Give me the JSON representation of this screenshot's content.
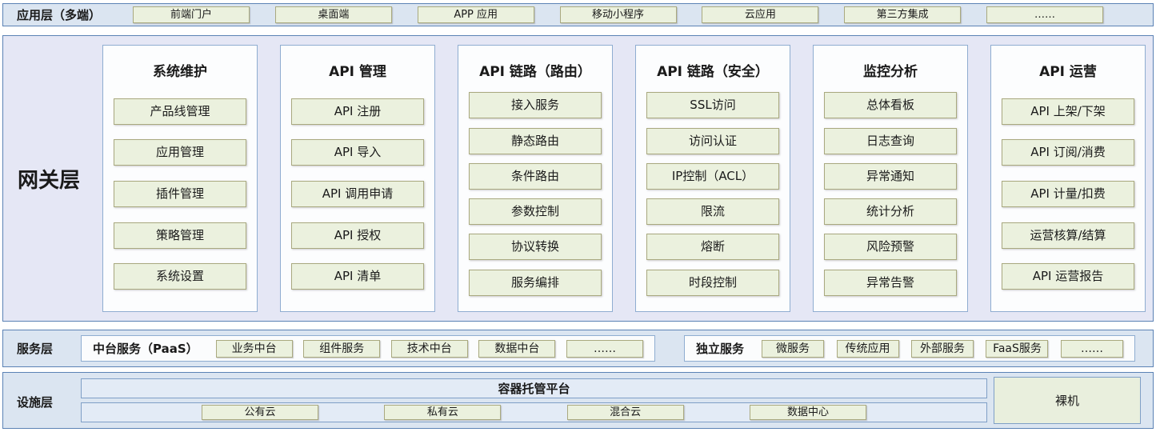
{
  "colors": {
    "band_border": "#5b82b5",
    "band_fill": "#dbe5f1",
    "gateway_fill": "#e5e7f5",
    "column_fill": "#fcfdfe",
    "node_fill": "#ebf1de",
    "node_border": "#a9a97f",
    "bare_metal_fill": "#e9efdd"
  },
  "app_layer": {
    "label": "应用层（多端）",
    "items": [
      "前端门户",
      "桌面端",
      "APP 应用",
      "移动小程序",
      "云应用",
      "第三方集成",
      "……"
    ]
  },
  "gateway_layer": {
    "label": "网关层",
    "columns": [
      {
        "title": "系统维护",
        "items": [
          "产品线管理",
          "应用管理",
          "插件管理",
          "策略管理",
          "系统设置"
        ]
      },
      {
        "title": "API 管理",
        "items": [
          "API 注册",
          "API 导入",
          "API 调用申请",
          "API 授权",
          "API 清单"
        ]
      },
      {
        "title": "API 链路（路由）",
        "items": [
          "接入服务",
          "静态路由",
          "条件路由",
          "参数控制",
          "协议转换",
          "服务编排"
        ]
      },
      {
        "title": "API 链路（安全）",
        "items": [
          "SSL访问",
          "访问认证",
          "IP控制（ACL）",
          "限流",
          "熔断",
          "时段控制"
        ]
      },
      {
        "title": "监控分析",
        "items": [
          "总体看板",
          "日志查询",
          "异常通知",
          "统计分析",
          "风险预警",
          "异常告警"
        ]
      },
      {
        "title": "API 运营",
        "items": [
          "API 上架/下架",
          "API 订阅/消费",
          "API 计量/扣费",
          "运营核算/结算",
          "API 运营报告"
        ]
      }
    ]
  },
  "service_layer": {
    "label": "服务层",
    "paas_group": {
      "title": "中台服务（PaaS）",
      "items": [
        "业务中台",
        "组件服务",
        "技术中台",
        "数据中台",
        "……"
      ]
    },
    "independent_group": {
      "title": "独立服务",
      "items": [
        "微服务",
        "传统应用",
        "外部服务",
        "FaaS服务",
        "……"
      ]
    }
  },
  "infra_layer": {
    "label": "设施层",
    "container_platform": "容器托管平台",
    "clouds": [
      "公有云",
      "私有云",
      "混合云",
      "数据中心"
    ],
    "bare_metal": "裸机"
  }
}
